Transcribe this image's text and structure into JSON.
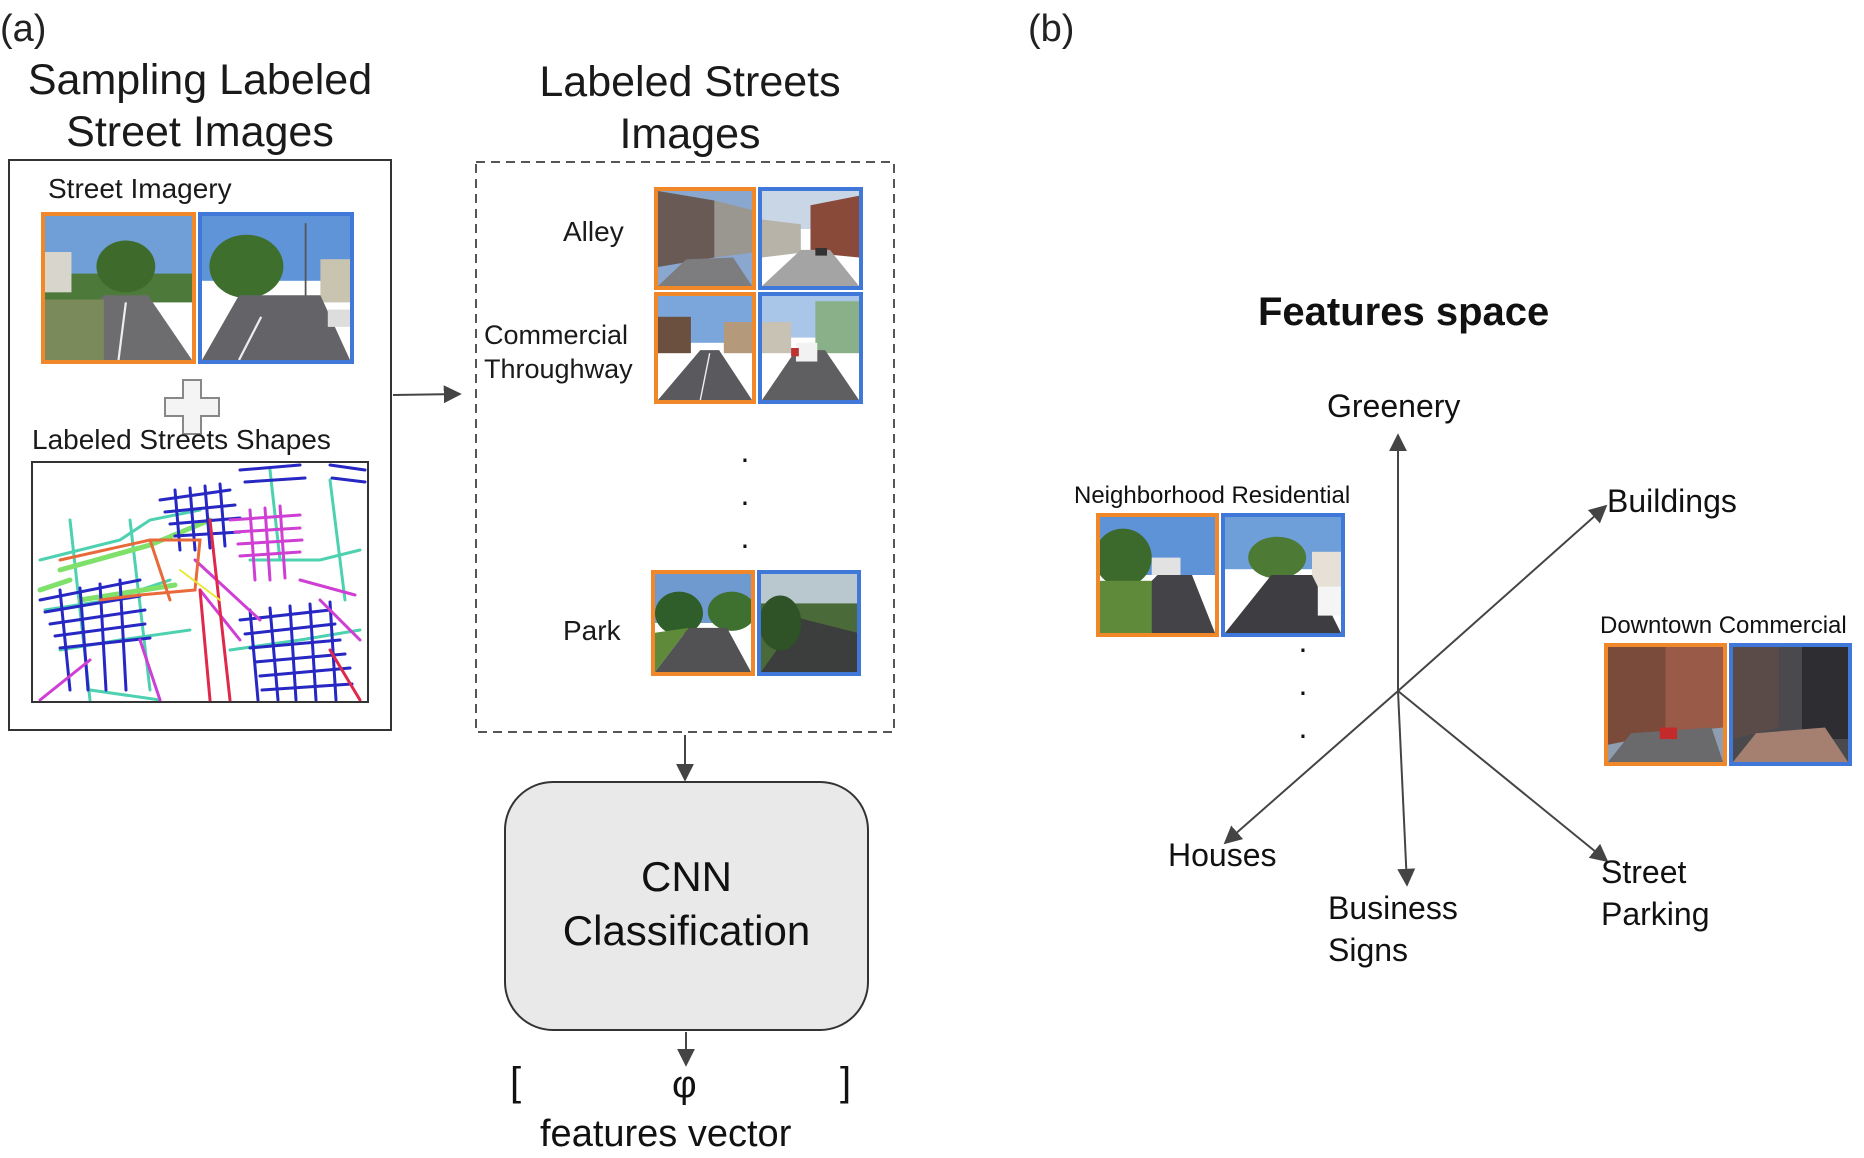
{
  "panel_a": {
    "tag": "(a)",
    "sampling_title_line1": "Sampling Labeled",
    "sampling_title_line2": "Street Images",
    "street_imagery_label": "Street Imagery",
    "labeled_shapes_label": "Labeled Streets Shapes",
    "labeled_images_title_line1": "Labeled Streets",
    "labeled_images_title_line2": "Images",
    "categories": [
      {
        "label_line1": "Alley",
        "label_line2": ""
      },
      {
        "label_line1": "Commercial",
        "label_line2": "Throughway"
      },
      {
        "label_line1": "Park",
        "label_line2": ""
      }
    ],
    "ellipsis": ".",
    "cnn_line1": "CNN",
    "cnn_line2": "Classification",
    "bracket_open": "[",
    "phi": "φ",
    "bracket_close": "]",
    "features_vector_label": "features vector"
  },
  "panel_b": {
    "tag": "(b)",
    "title": "Features space",
    "axes": {
      "greenery": "Greenery",
      "buildings": "Buildings",
      "houses": "Houses",
      "business_signs_line1": "Business",
      "business_signs_line2": "Signs",
      "street_parking_line1": "Street",
      "street_parking_line2": "Parking"
    },
    "examples": [
      {
        "title": "Neighborhood Residential"
      },
      {
        "title": "Downtown Commercial"
      }
    ],
    "ellipsis": "."
  },
  "colors": {
    "orange_frame": "#f0882a",
    "blue_frame": "#3f78d8",
    "arrow": "#444444",
    "cnn_box_fill": "#e9e9e9"
  }
}
